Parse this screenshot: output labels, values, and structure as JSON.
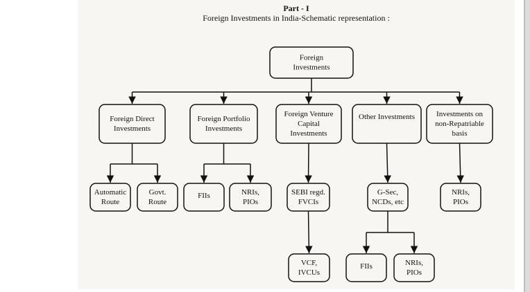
{
  "header": {
    "part": "Part - I",
    "title": "Foreign Investments in India-Schematic representation :"
  },
  "diagram": {
    "nodes": [
      {
        "id": "root",
        "lines": [
          "Foreign",
          "Investments"
        ]
      },
      {
        "id": "fdi",
        "lines": [
          "Foreign Direct",
          "Investments"
        ]
      },
      {
        "id": "fpi",
        "lines": [
          "Foreign Portfolio",
          "Investments"
        ]
      },
      {
        "id": "fvci",
        "lines": [
          "Foreign Venture",
          "Capital",
          "Investments"
        ]
      },
      {
        "id": "other",
        "lines": [
          "Other Investments"
        ]
      },
      {
        "id": "nonrep",
        "lines": [
          "Investments on",
          "non-Repatriable",
          "basis"
        ]
      },
      {
        "id": "auto",
        "lines": [
          "Automatic",
          "Route"
        ]
      },
      {
        "id": "govt",
        "lines": [
          "Govt.",
          "Route"
        ]
      },
      {
        "id": "fiis1",
        "lines": [
          "FIIs"
        ]
      },
      {
        "id": "nri1",
        "lines": [
          "NRIs,",
          "PIOs"
        ]
      },
      {
        "id": "sebi",
        "lines": [
          "SEBI regd.",
          "FVCIs"
        ]
      },
      {
        "id": "gsec",
        "lines": [
          "G-Sec,",
          "NCDs, etc"
        ]
      },
      {
        "id": "nri3",
        "lines": [
          "NRIs,",
          "PIOs"
        ]
      },
      {
        "id": "vcf",
        "lines": [
          "VCF,",
          "IVCUs"
        ]
      },
      {
        "id": "fiis2",
        "lines": [
          "FIIs"
        ]
      },
      {
        "id": "nri2",
        "lines": [
          "NRIs,",
          "PIOs"
        ]
      }
    ],
    "edges": [
      [
        "root",
        "fdi"
      ],
      [
        "root",
        "fpi"
      ],
      [
        "root",
        "fvci"
      ],
      [
        "root",
        "other"
      ],
      [
        "root",
        "nonrep"
      ],
      [
        "fdi",
        "auto"
      ],
      [
        "fdi",
        "govt"
      ],
      [
        "fpi",
        "fiis1"
      ],
      [
        "fpi",
        "nri1"
      ],
      [
        "fvci",
        "sebi"
      ],
      [
        "other",
        "gsec"
      ],
      [
        "nonrep",
        "nri3"
      ],
      [
        "sebi",
        "vcf"
      ],
      [
        "gsec",
        "fiis2"
      ],
      [
        "gsec",
        "nri2"
      ]
    ]
  }
}
